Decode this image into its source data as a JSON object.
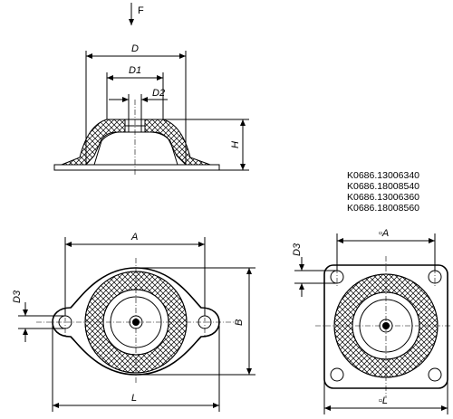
{
  "labels": {
    "force": "F",
    "side_D": "D",
    "side_D1": "D1",
    "side_D2": "D2",
    "side_H": "H",
    "oval_A": "A",
    "oval_B": "B",
    "oval_L": "L",
    "oval_D3": "D3",
    "sq_A": "▫A",
    "sq_L": "▫L",
    "sq_D3": "D3"
  },
  "part_numbers": [
    "K0686.13006340",
    "K0686.18008540",
    "K0686.13006360",
    "K0686.18008560"
  ]
}
